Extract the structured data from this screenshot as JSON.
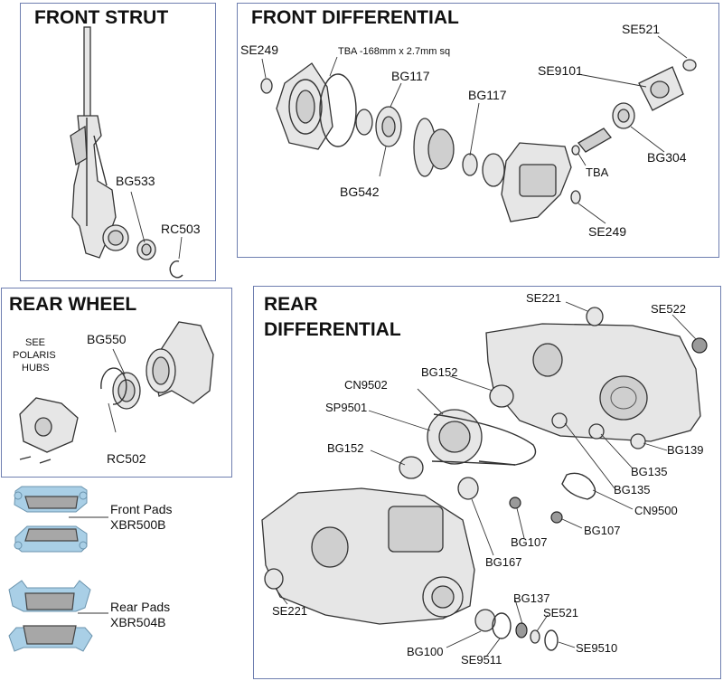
{
  "panels": {
    "front_strut": "FRONT STRUT",
    "front_differential": "FRONT DIFFERENTIAL",
    "rear_wheel": "REAR WHEEL",
    "rear_differential_line1": "REAR",
    "rear_differential_line2": "DIFFERENTIAL"
  },
  "front_strut": {
    "bearing": "BG533",
    "ring": "RC503"
  },
  "front_differential": {
    "seal_left": "SE249",
    "oring_note": "TBA -168mm x 2.7mm sq",
    "bearing_top_1": "BG117",
    "bearing_top_2": "BG117",
    "bearing_542": "BG542",
    "seal_521": "SE521",
    "seal_9101": "SE9101",
    "bearing_304": "BG304",
    "tba": "TBA",
    "seal_right": "SE249"
  },
  "rear_wheel": {
    "see_line1": "SEE",
    "see_line2": "POLARIS",
    "see_line3": "HUBS",
    "bearing": "BG550",
    "ring": "RC502"
  },
  "pads": {
    "front_line1": "Front Pads",
    "front_line2": "XBR500B",
    "rear_line1": "Rear Pads",
    "rear_line2": "XBR504B"
  },
  "rear_differential": {
    "se221_top": "SE221",
    "se522": "SE522",
    "cn9502": "CN9502",
    "bg152_top": "BG152",
    "sp9501": "SP9501",
    "bg152_left": "BG152",
    "bg139": "BG139",
    "bg135_a": "BG135",
    "bg135_b": "BG135",
    "cn9500": "CN9500",
    "bg107_right": "BG107",
    "bg107_left": "BG107",
    "bg167": "BG167",
    "bg137": "BG137",
    "se521": "SE521",
    "se221_bottom": "SE221",
    "bg100": "BG100",
    "se9511": "SE9511",
    "se9510": "SE9510"
  }
}
